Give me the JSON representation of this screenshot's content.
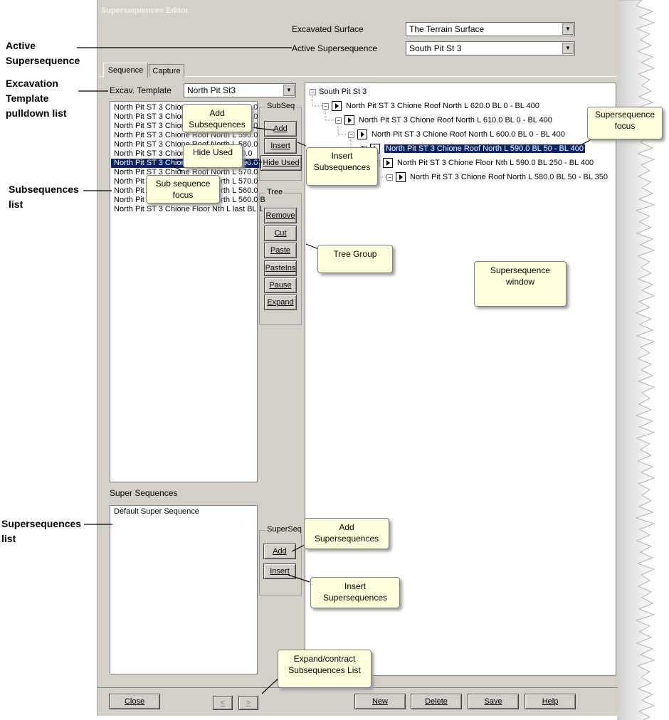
{
  "window": {
    "title": "Supersequences Editor"
  },
  "header": {
    "excavated_surface_label": "Excavated Surface",
    "excavated_surface_value": "The Terrain Surface",
    "active_supersequence_label": "Active Supersequence",
    "active_supersequence_value": "South Pit St 3"
  },
  "tabs": [
    "Sequence",
    "Capture"
  ],
  "template": {
    "label": "Excav. Template",
    "value": "North Pit St3"
  },
  "subsequences": [
    "North Pit ST 3 Chione Roof North L 620.0",
    "North Pit ST 3 Chione Roof North L 610.0",
    "North Pit ST 3 Chione Roof North L 600.0",
    "North Pit ST 3 Chione Roof North L 590.0",
    "North Pit ST 3 Chione Roof North L 580.0",
    "North Pit ST 3 Chione Floor Nth L 590.0",
    "North Pit ST 3 Chione Roof North L 590.0 B",
    "North Pit ST 3 Chione Roof North L 570.0",
    "North Pit ST 3 Chione Roof North L 570.0",
    "North Pit ST 3 Chione Roof North L 560.0",
    "North Pit ST 3 Chione Roof North L 560.0 B",
    "North Pit ST 3 Chione Floor Nth L last BL 1"
  ],
  "subseq_group": {
    "caption": "SubSeq",
    "add": "Add",
    "insert": "Insert",
    "hide_used": "Hide Used"
  },
  "tree_group": {
    "caption": "Tree",
    "buttons": [
      "Remove",
      "Cut",
      "Paste",
      "PasteIns",
      "Pause",
      "Expand"
    ]
  },
  "super": {
    "label": "Super Sequences",
    "items": [
      "Default Super Sequence"
    ],
    "caption": "SuperSeq",
    "add": "Add",
    "insert": "Insert"
  },
  "tree": {
    "root": "South Pit St 3",
    "nodes": [
      "North Pit ST 3 Chione Roof North L 620.0 BL 0 - BL 400",
      "North Pit ST 3 Chione Roof North L 610.0 BL 0 - BL 400",
      "North Pit ST 3 Chione Roof North L 600.0 BL 0 - BL 400",
      "North Pit ST 3 Chione Roof North L 590.0 BL 50 - BL 400",
      "North Pit ST 3 Chione Floor Nth L 590.0 BL 250 - BL 400",
      "North Pit ST 3 Chione Roof North L 580.0 BL 50 - BL 350"
    ]
  },
  "footer": {
    "close": "Close",
    "prev": "<",
    "next": ">",
    "new": "New",
    "delete": "Delete",
    "save": "Save",
    "help": "Help"
  },
  "annotations": {
    "active_supersequence": "Active\nSupersequence",
    "excavation_template": "Excavation\nTemplate\npulldown list",
    "subsequences_list": "Subsequences\nlist",
    "supersequences_list": "Supersequences\nlist"
  },
  "callouts": {
    "add_subsequences": "Add\nSubsequences",
    "hide_used": "Hide Used",
    "sub_sequence_focus": "Sub sequence\nfocus",
    "insert_subsequences": "Insert\nSubsequences",
    "supersequence_focus": "Supersequence\nfocus",
    "tree_group": "Tree Group",
    "supersequence_window": "Supersequence\nwindow",
    "add_supersequences": "Add\nSupersequences",
    "insert_supersequences": "Insert\nSupersequences",
    "expand_contract": "Expand/contract\nSubsequences List"
  },
  "colors": {
    "face": "#d4d0c8",
    "selection": "#0a246a",
    "callout": "#ffffdd"
  }
}
